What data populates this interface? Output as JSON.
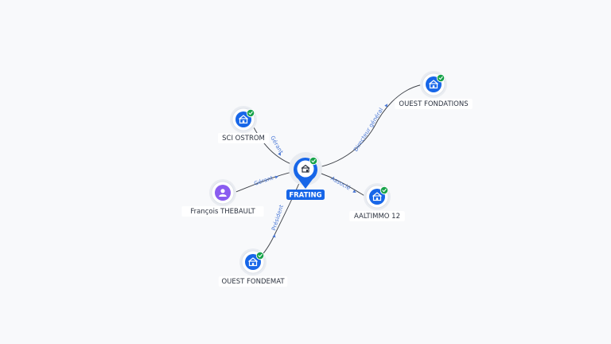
{
  "colors": {
    "company": "#1766e8",
    "person": "#8a5cf0",
    "verified": "#17a34a",
    "edge_label": "#4a78d6",
    "central_label_bg": "#1766e8"
  },
  "central": {
    "label": "FRATING",
    "icon": "building-icon",
    "verified": true
  },
  "nodes": [
    {
      "id": "ouest-fondations",
      "label": "OUEST FONDATIONS",
      "kind": "company",
      "icon": "building-icon",
      "verified": true
    },
    {
      "id": "sci-ostrom",
      "label": "SCI OSTROM",
      "kind": "company",
      "icon": "building-icon",
      "verified": true
    },
    {
      "id": "francois-thebault",
      "label": "François THEBAULT",
      "kind": "person",
      "icon": "person-icon",
      "verified": false
    },
    {
      "id": "aaltimmo-12",
      "label": "AALTIMMO 12",
      "kind": "company",
      "icon": "building-icon",
      "verified": true
    },
    {
      "id": "ouest-fondemat",
      "label": "OUEST FONDEMAT",
      "kind": "company",
      "icon": "building-icon",
      "verified": true
    }
  ],
  "edges": [
    {
      "to": "ouest-fondations",
      "label": "Directeur général"
    },
    {
      "to": "sci-ostrom",
      "label": "Gérant"
    },
    {
      "to": "francois-thebault",
      "label": "Gérant"
    },
    {
      "to": "aaltimmo-12",
      "label": "Associé"
    },
    {
      "to": "ouest-fondemat",
      "label": "Président"
    }
  ]
}
